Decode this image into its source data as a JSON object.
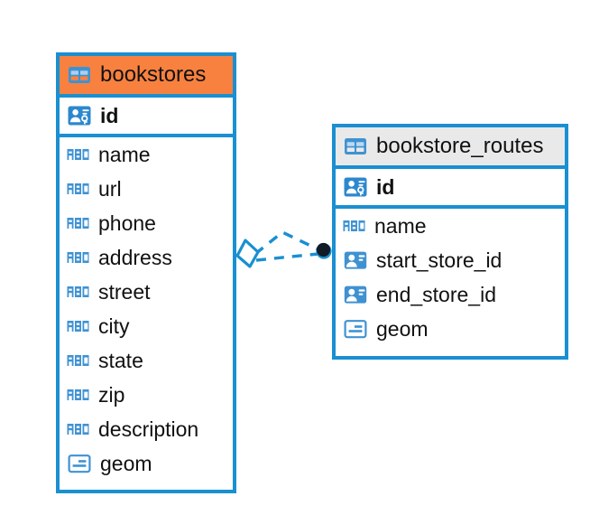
{
  "diagram": {
    "type": "entity-relationship-diagram",
    "background_color": "#ffffff",
    "accent_color": "#1a8fd1",
    "highlight_color": "#f8813f",
    "header_gray": "#e9e9e9"
  },
  "entities": [
    {
      "name": "bookstores",
      "header_style": "orange",
      "fields": [
        {
          "label": "id",
          "icon": "primary-key-icon",
          "type": "key",
          "bold": true
        },
        {
          "label": "name",
          "icon": "abc-text-icon",
          "type": "text",
          "bold": false
        },
        {
          "label": "url",
          "icon": "abc-text-icon",
          "type": "text",
          "bold": false
        },
        {
          "label": "phone",
          "icon": "abc-text-icon",
          "type": "text",
          "bold": false
        },
        {
          "label": "address",
          "icon": "abc-text-icon",
          "type": "text",
          "bold": false
        },
        {
          "label": "street",
          "icon": "abc-text-icon",
          "type": "text",
          "bold": false
        },
        {
          "label": "city",
          "icon": "abc-text-icon",
          "type": "text",
          "bold": false
        },
        {
          "label": "state",
          "icon": "abc-text-icon",
          "type": "text",
          "bold": false
        },
        {
          "label": "zip",
          "icon": "abc-text-icon",
          "type": "text",
          "bold": false
        },
        {
          "label": "description",
          "icon": "abc-text-icon",
          "type": "text",
          "bold": false
        },
        {
          "label": "geom",
          "icon": "geometry-icon",
          "type": "geom",
          "bold": false
        }
      ]
    },
    {
      "name": "bookstore_routes",
      "header_style": "gray",
      "fields": [
        {
          "label": "id",
          "icon": "primary-key-icon",
          "type": "key",
          "bold": true
        },
        {
          "label": "name",
          "icon": "abc-text-icon",
          "type": "text",
          "bold": false
        },
        {
          "label": "start_store_id",
          "icon": "foreign-key-icon",
          "type": "foreign",
          "bold": false
        },
        {
          "label": "end_store_id",
          "icon": "foreign-key-icon",
          "type": "foreign",
          "bold": false
        },
        {
          "label": "geom",
          "icon": "geometry-icon",
          "type": "geom",
          "bold": false
        }
      ]
    }
  ],
  "relationship": {
    "source_entity": "bookstores",
    "target_entity": "bookstore_routes",
    "source_marker": "open-diamond",
    "target_marker": "filled-circle",
    "line_style": "dashed",
    "line_color": "#1a8fd1",
    "marker_fill_color": "#0d1b2a",
    "edge_count": 2
  }
}
